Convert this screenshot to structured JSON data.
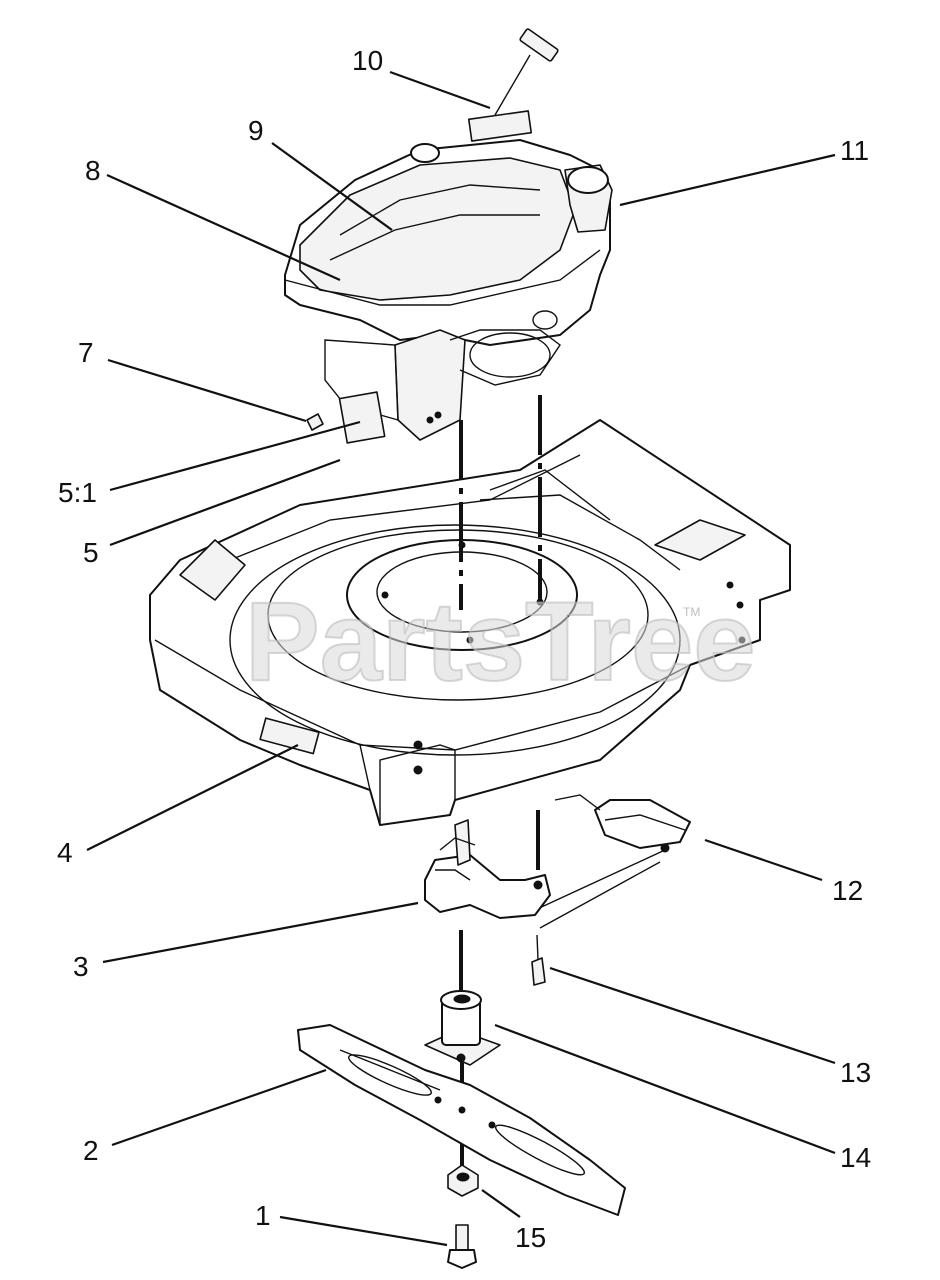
{
  "watermark": "PartsTree",
  "watermark_tm": "TM",
  "callouts": {
    "c1": "1",
    "c2": "2",
    "c3": "3",
    "c4": "4",
    "c5": "5",
    "c5_1": "5:1",
    "c7": "7",
    "c8": "8",
    "c9": "9",
    "c10": "10",
    "c11": "11",
    "c12": "12",
    "c13": "13",
    "c14": "14",
    "c15": "15"
  }
}
